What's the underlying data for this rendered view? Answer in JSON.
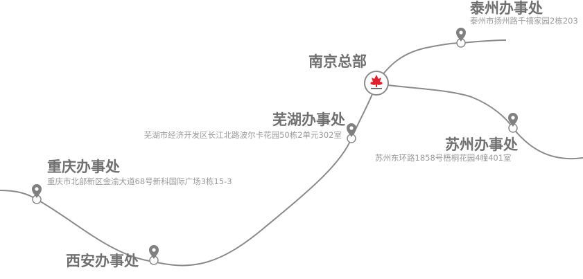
{
  "headquarters": {
    "name": "南京总部",
    "logo_icon": "maple-leaf-logo-icon"
  },
  "offices": [
    {
      "name": "泰州办事处",
      "address": "泰州市扬州路千禧家园2栋203"
    },
    {
      "name": "芜湖办事处",
      "address": "芜湖市经济开发区长江北路波尔卡花园50栋2单元302室"
    },
    {
      "name": "苏州办事处",
      "address": "苏州东环路1858号梧桐花园4幢401室"
    },
    {
      "name": "重庆办事处",
      "address": "重庆市北部新区金渝大道68号新科国际广场3栋15-3"
    },
    {
      "name": "西安办事处",
      "address": ""
    }
  ],
  "colors": {
    "line": "#8a8a8a",
    "pin": "#808080",
    "text": "#707070",
    "address": "#9a9a9a",
    "logo": "#e0202a"
  }
}
